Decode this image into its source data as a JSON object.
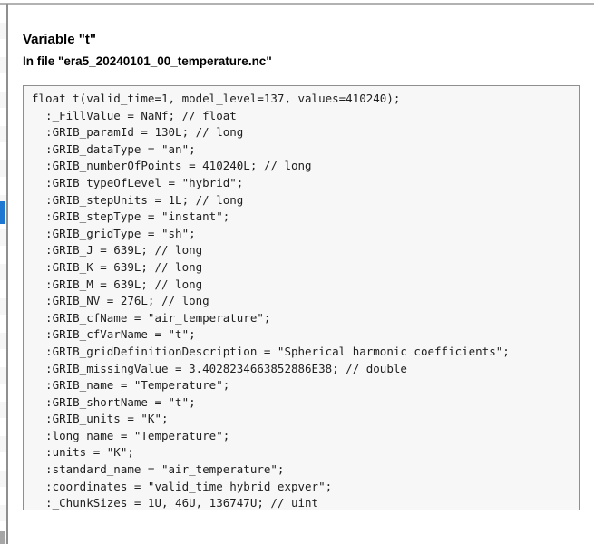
{
  "page": {
    "title": "Variable \"t\"",
    "subtitle": "In file \"era5_20240101_00_temperature.nc\""
  },
  "code_panel": {
    "lines": [
      "float t(valid_time=1, model_level=137, values=410240);",
      "  :_FillValue = NaNf; // float",
      "  :GRIB_paramId = 130L; // long",
      "  :GRIB_dataType = \"an\";",
      "  :GRIB_numberOfPoints = 410240L; // long",
      "  :GRIB_typeOfLevel = \"hybrid\";",
      "  :GRIB_stepUnits = 1L; // long",
      "  :GRIB_stepType = \"instant\";",
      "  :GRIB_gridType = \"sh\";",
      "  :GRIB_J = 639L; // long",
      "  :GRIB_K = 639L; // long",
      "  :GRIB_M = 639L; // long",
      "  :GRIB_NV = 276L; // long",
      "  :GRIB_cfName = \"air_temperature\";",
      "  :GRIB_cfVarName = \"t\";",
      "  :GRIB_gridDefinitionDescription = \"Spherical harmonic coefficients\";",
      "  :GRIB_missingValue = 3.4028234663852886E38; // double",
      "  :GRIB_name = \"Temperature\";",
      "  :GRIB_shortName = \"t\";",
      "  :GRIB_units = \"K\";",
      "  :long_name = \"Temperature\";",
      "  :units = \"K\";",
      "  :standard_name = \"air_temperature\";",
      "  :coordinates = \"valid_time hybrid expver\";",
      "  :_ChunkSizes = 1U, 46U, 136747U; // uint"
    ]
  },
  "colors": {
    "selection_blue": "#1e78d2",
    "panel_background": "#f7f7f7",
    "panel_border": "#8f8f8f"
  }
}
